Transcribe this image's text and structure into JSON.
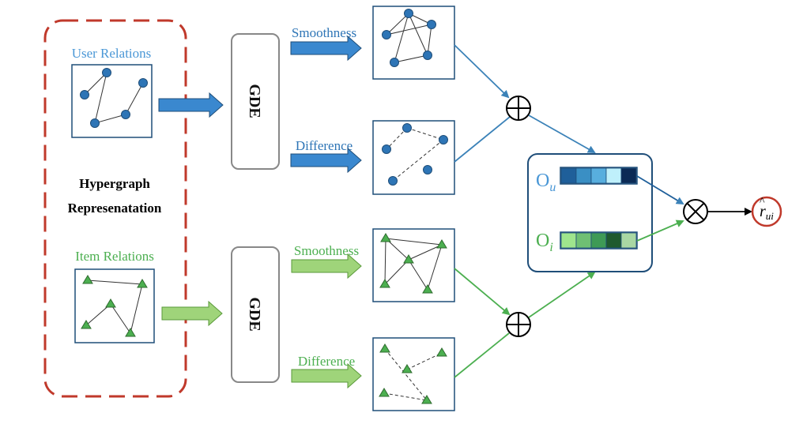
{
  "hypergraph": {
    "label_line1": "Hypergraph",
    "label_line2": "Represenatation"
  },
  "user": {
    "relations_label": "User Relations",
    "gde_label": "GDE",
    "smoothness_label": "Smoothness",
    "difference_label": "Difference"
  },
  "item": {
    "relations_label": "Item Relations",
    "gde_label": "GDE",
    "smoothness_label": "Smoothness",
    "difference_label": "Difference"
  },
  "output": {
    "ou_letter": "O",
    "ou_sub": "u",
    "oi_letter": "O",
    "oi_sub": "i",
    "result_letter": "r",
    "result_sub": "ui",
    "result_hat": "^"
  },
  "colors": {
    "user": "#2e75b6",
    "item": "#5cb85c",
    "frame_red": "#c0392b",
    "box_border": "#1f4e79",
    "ou_cells": [
      "#1f5f9a",
      "#3a8fc4",
      "#58aede",
      "#bff0fb",
      "#0b2a55"
    ],
    "oi_cells": [
      "#9fe58d",
      "#6fbf73",
      "#3e9a55",
      "#1f5a2e",
      "#a9d7a3"
    ]
  }
}
